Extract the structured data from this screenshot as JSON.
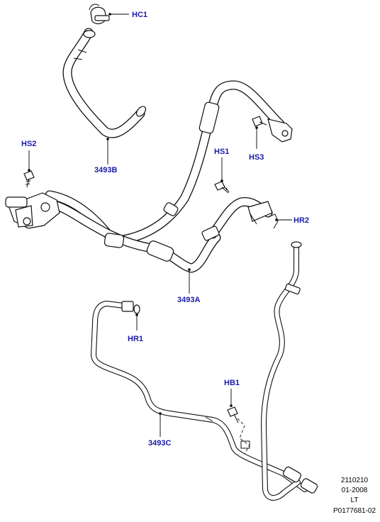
{
  "callouts": {
    "hc1": "HC1",
    "b3493": "3493B",
    "hs2": "HS2",
    "hs1": "HS1",
    "hs3": "HS3",
    "hr2": "HR2",
    "a3493": "3493A",
    "hr1": "HR1",
    "hb1": "HB1",
    "c3493": "3493C"
  },
  "footer": {
    "line1": "2110210",
    "line2": "01-2008",
    "line3": "LT",
    "line4": "P0177681-02"
  },
  "colors": {
    "callout_text": "#1a1aa6",
    "linework": "#111111",
    "background": "#ffffff"
  }
}
